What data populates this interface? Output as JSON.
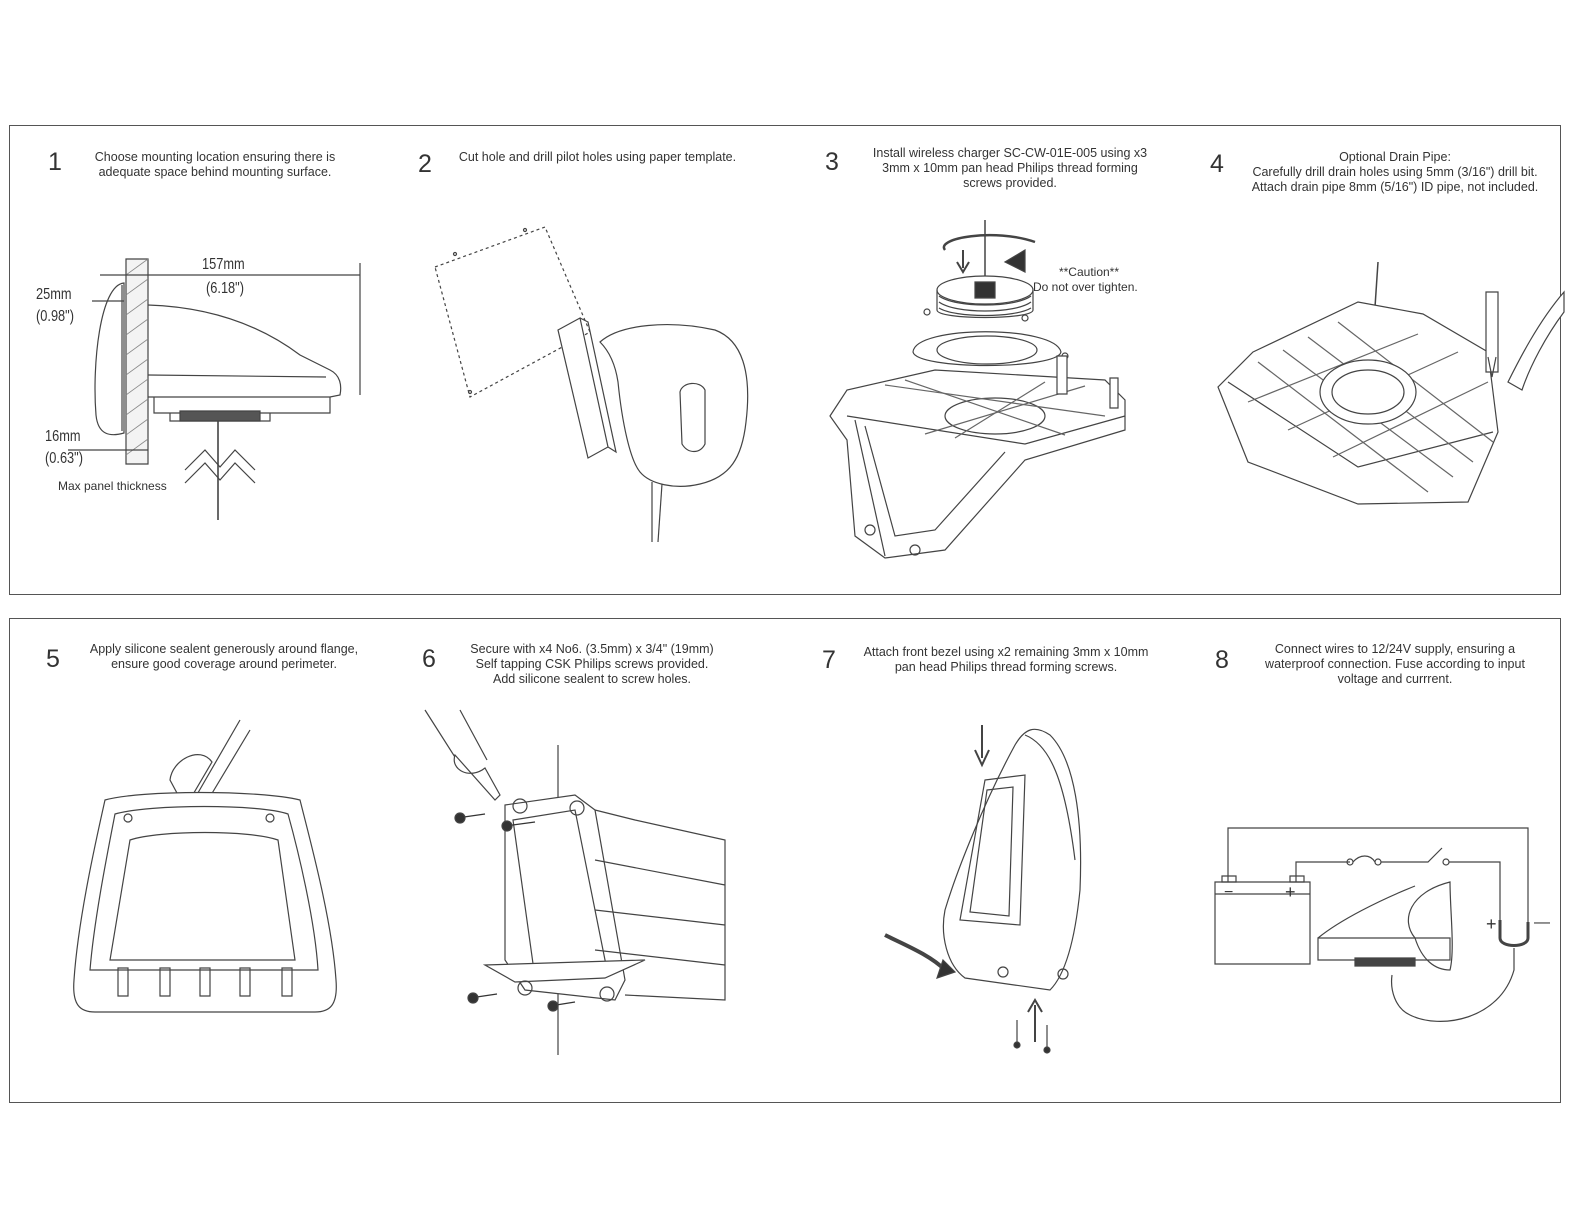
{
  "steps": [
    {
      "number": "1",
      "text": "Choose mounting location ensuring there is\nadequate space behind mounting surface."
    },
    {
      "number": "2",
      "text": "Cut hole and drill pilot holes using paper template."
    },
    {
      "number": "3",
      "text": "Install wireless charger SC-CW-01E-005 using x3\n3mm x 10mm pan head Philips thread forming\nscrews provided."
    },
    {
      "number": "4",
      "text": "Optional Drain Pipe:\nCarefully drill drain holes using 5mm (3/16\") drill bit.\nAttach drain pipe 8mm (5/16\") ID pipe, not included."
    },
    {
      "number": "5",
      "text": "Apply silicone sealent generously around flange,\nensure good coverage around perimeter."
    },
    {
      "number": "6",
      "text": "Secure with x4 No6. (3.5mm) x 3/4\" (19mm)\nSelf tapping CSK Philips screws provided.\nAdd silicone sealent to screw holes."
    },
    {
      "number": "7",
      "text": "Attach front bezel using x2 remaining 3mm x 10mm\npan head Philips thread forming screws."
    },
    {
      "number": "8",
      "text": "Connect wires to 12/24V supply, ensuring a\nwaterproof connection. Fuse according to input\nvoltage and currrent."
    }
  ],
  "dimensions": {
    "width_mm": "157mm",
    "width_in": "(6.18\")",
    "depth_mm": "25mm",
    "depth_in": "(0.98\")",
    "panel_mm": "16mm",
    "panel_in": "(0.63\")",
    "panel_note": "Max panel thickness"
  },
  "caution": {
    "title": "**Caution**",
    "text": "Do not over tighten."
  },
  "wiring": {
    "minus": "−",
    "plus": "+",
    "out_plus": "+",
    "out_minus": "—"
  },
  "illustrations": [
    "side-section",
    "template-cut",
    "charger-install",
    "drain-pipe",
    "silicone-flange",
    "screw-mount",
    "bezel-attach",
    "wiring-diagram"
  ]
}
